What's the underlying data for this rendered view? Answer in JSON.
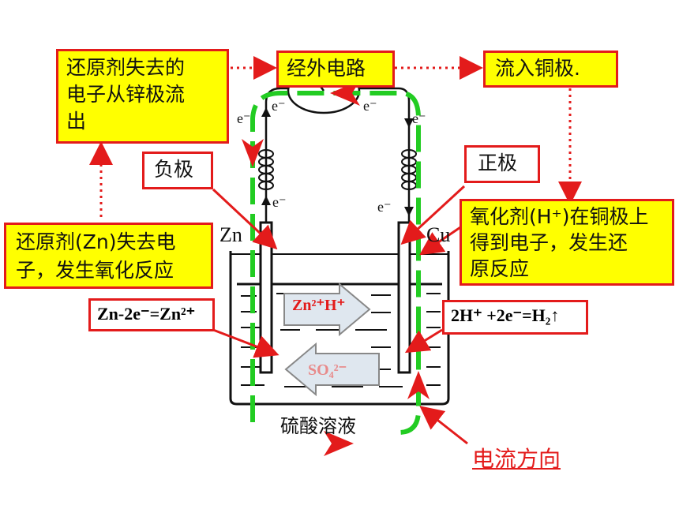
{
  "boxes": {
    "reducer_loses_electrons": {
      "line1": "还原剂失去的",
      "line2": "电子从锌极流",
      "line3": "出"
    },
    "external_circuit": "经外电路",
    "into_copper": "流入铜极.",
    "negative_pole": "负极",
    "positive_pole": "正极",
    "zn_oxidation": {
      "line1": "还原剂(Zn)失去电",
      "line2": "子，发生氧化反应"
    },
    "oxidizer_gains": {
      "line1": "氧化剂(H⁺)在铜极上",
      "line2": "得到电子，发生还",
      "line3": "原反应"
    }
  },
  "equations": {
    "anode": "Zn-2e⁻=Zn²⁺",
    "cathode": "2H⁺ +2e⁻=H₂↑"
  },
  "electrodes": {
    "left": "Zn",
    "right": "Cu"
  },
  "electron": "e⁻",
  "ions": {
    "cations": "Zn²⁺H⁺",
    "anion": "SO₄²⁻"
  },
  "solution_label": "硫酸溶液",
  "current_direction": "电流方向",
  "colors": {
    "accent": "#e31b1b",
    "highlight": "#ffff00",
    "current_path": "#22cc22"
  }
}
